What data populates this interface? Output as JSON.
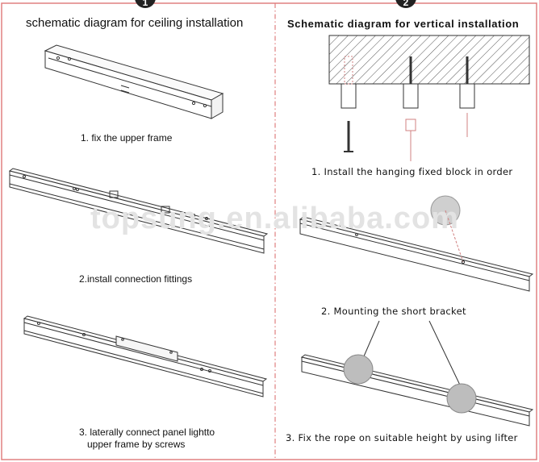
{
  "left_panel": {
    "badge": "1",
    "title": "schematic diagram for ceiling installation",
    "steps": [
      "1. fix the upper frame",
      "2.install connection fittings",
      "3. laterally connect panel lightto",
      "upper frame by screws"
    ]
  },
  "right_panel": {
    "badge": "2",
    "title": "Schematic diagram for vertical installation",
    "steps": [
      "1. Install the hanging fixed block in order",
      "2. Mounting the short bracket",
      "3. Fix the rope on suitable height by using lifter"
    ]
  },
  "watermark": "topsung.en.alibaba.com",
  "colors": {
    "line": "#333333",
    "divider": "#e08080",
    "rope": "#d08080",
    "hatch": "#555555"
  }
}
